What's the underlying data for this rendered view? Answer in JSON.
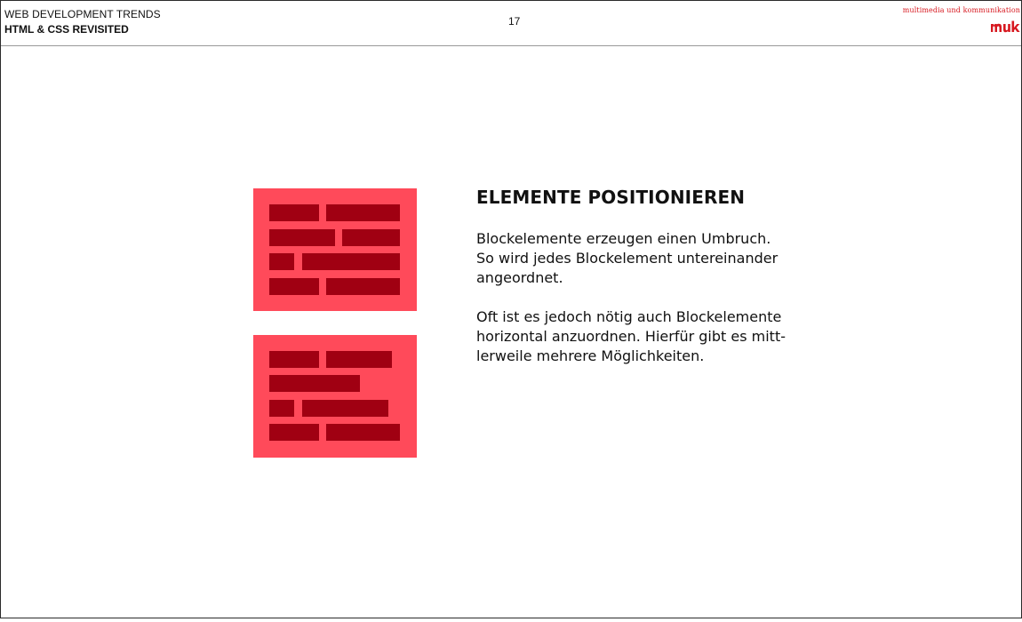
{
  "header": {
    "title": "WEB DEVELOPMENT TRENDS",
    "subtitle": "HTML & CSS REVISITED",
    "page_number": "17",
    "brand_line": "multimedia und kommunikation",
    "logo_text": "muk",
    "logo_color": "#d71920"
  },
  "main": {
    "heading": "ELEMENTE POSITIONIEREN",
    "paragraph_1_lines": [
      "Blockelemente erzeugen einen Umbruch.",
      "So wird jedes Blockelement untereinander",
      "angeordnet."
    ],
    "paragraph_2_lines": [
      "Oft ist es jedoch nötig auch Blockelemente",
      "horizontal anzuordnen. Hierfür gibt es mitt-",
      "lerweile mehrere Möglichkeiten."
    ]
  },
  "illustrations": {
    "background_color": "#ff4a5a",
    "block_color": "#a00012",
    "icons": [
      "stacked-block-elements-icon",
      "horizontal-block-elements-icon"
    ]
  }
}
